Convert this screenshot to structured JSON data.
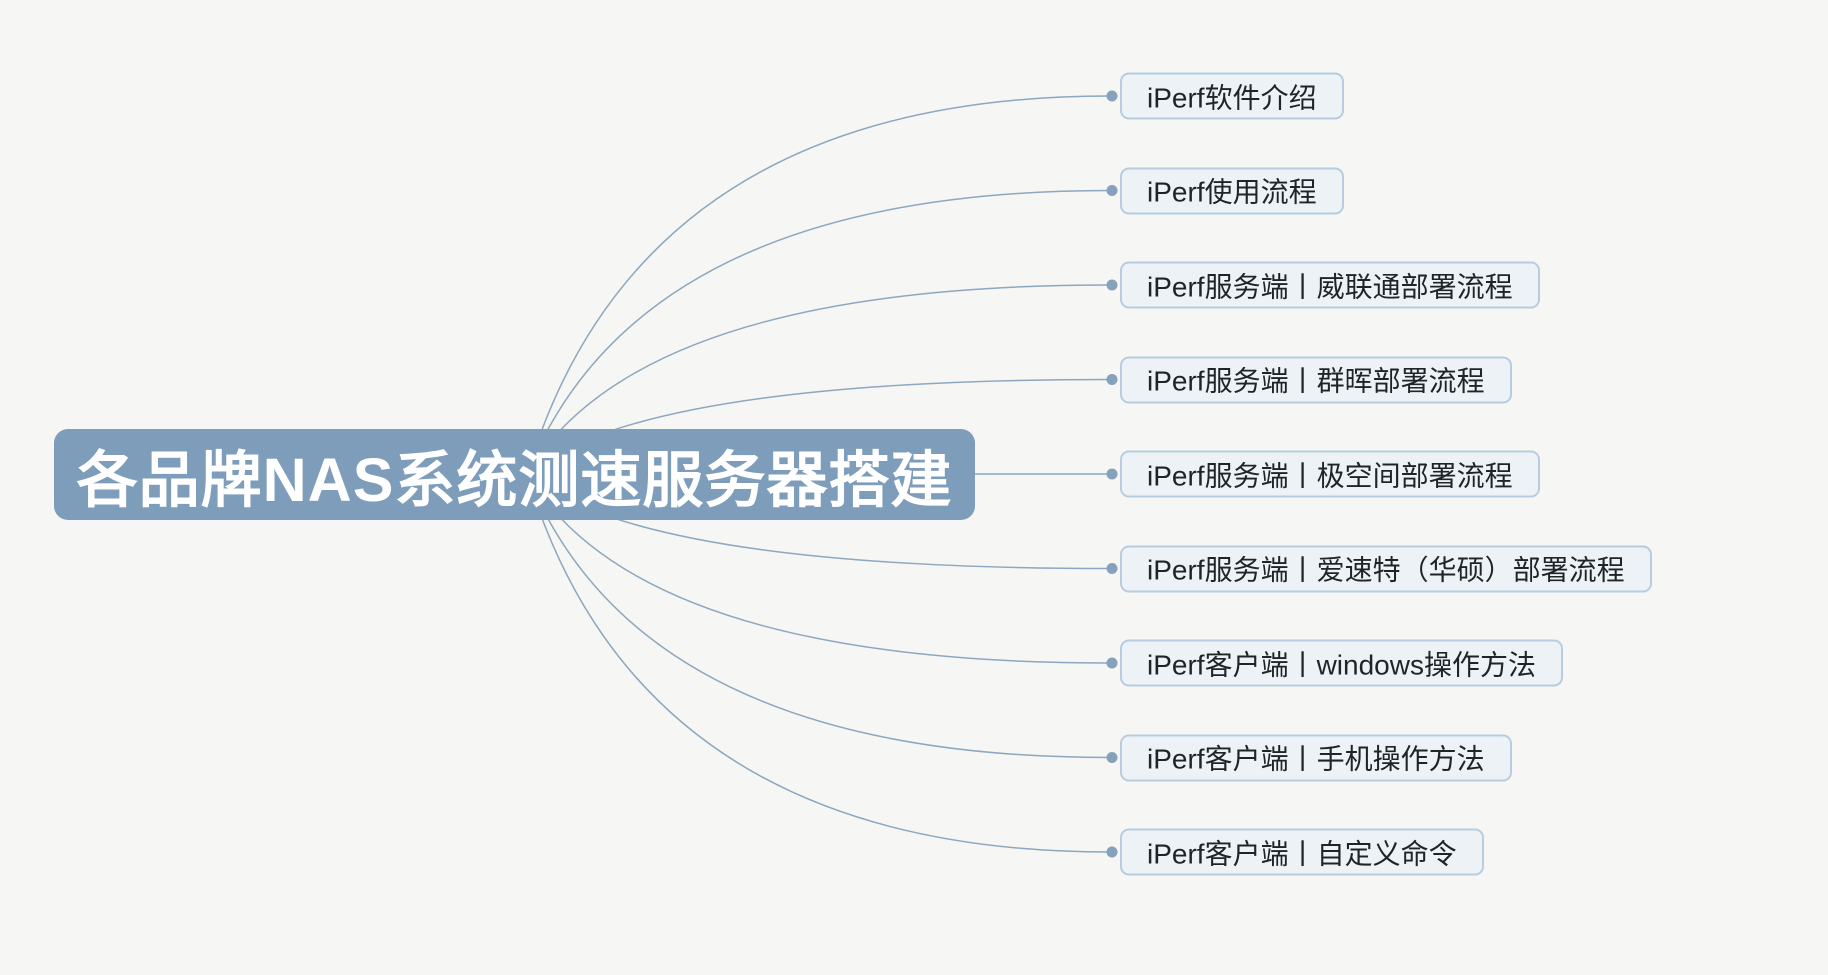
{
  "diagram": {
    "type": "mindmap",
    "direction": "right"
  },
  "root": {
    "label": "各品牌NAS系统测速服务器搭建"
  },
  "branches": [
    {
      "label": "iPerf软件介绍"
    },
    {
      "label": "iPerf使用流程"
    },
    {
      "label": "iPerf服务端丨威联通部署流程"
    },
    {
      "label": "iPerf服务端丨群晖部署流程"
    },
    {
      "label": "iPerf服务端丨极空间部署流程"
    },
    {
      "label": "iPerf服务端丨爱速特（华硕）部署流程"
    },
    {
      "label": "iPerf客户端丨windows操作方法"
    },
    {
      "label": "iPerf客户端丨手机操作方法"
    },
    {
      "label": "iPerf客户端丨自定义命令"
    }
  ],
  "colors": {
    "background": "#f6f6f4",
    "root-fill": "#7d9dbb",
    "root-text": "#ffffff",
    "branch-fill": "#edf2f6",
    "branch-border": "#b7cddf",
    "branch-text": "#1f2428",
    "edge": "#8ca7bf",
    "dot": "#85a1bb"
  }
}
